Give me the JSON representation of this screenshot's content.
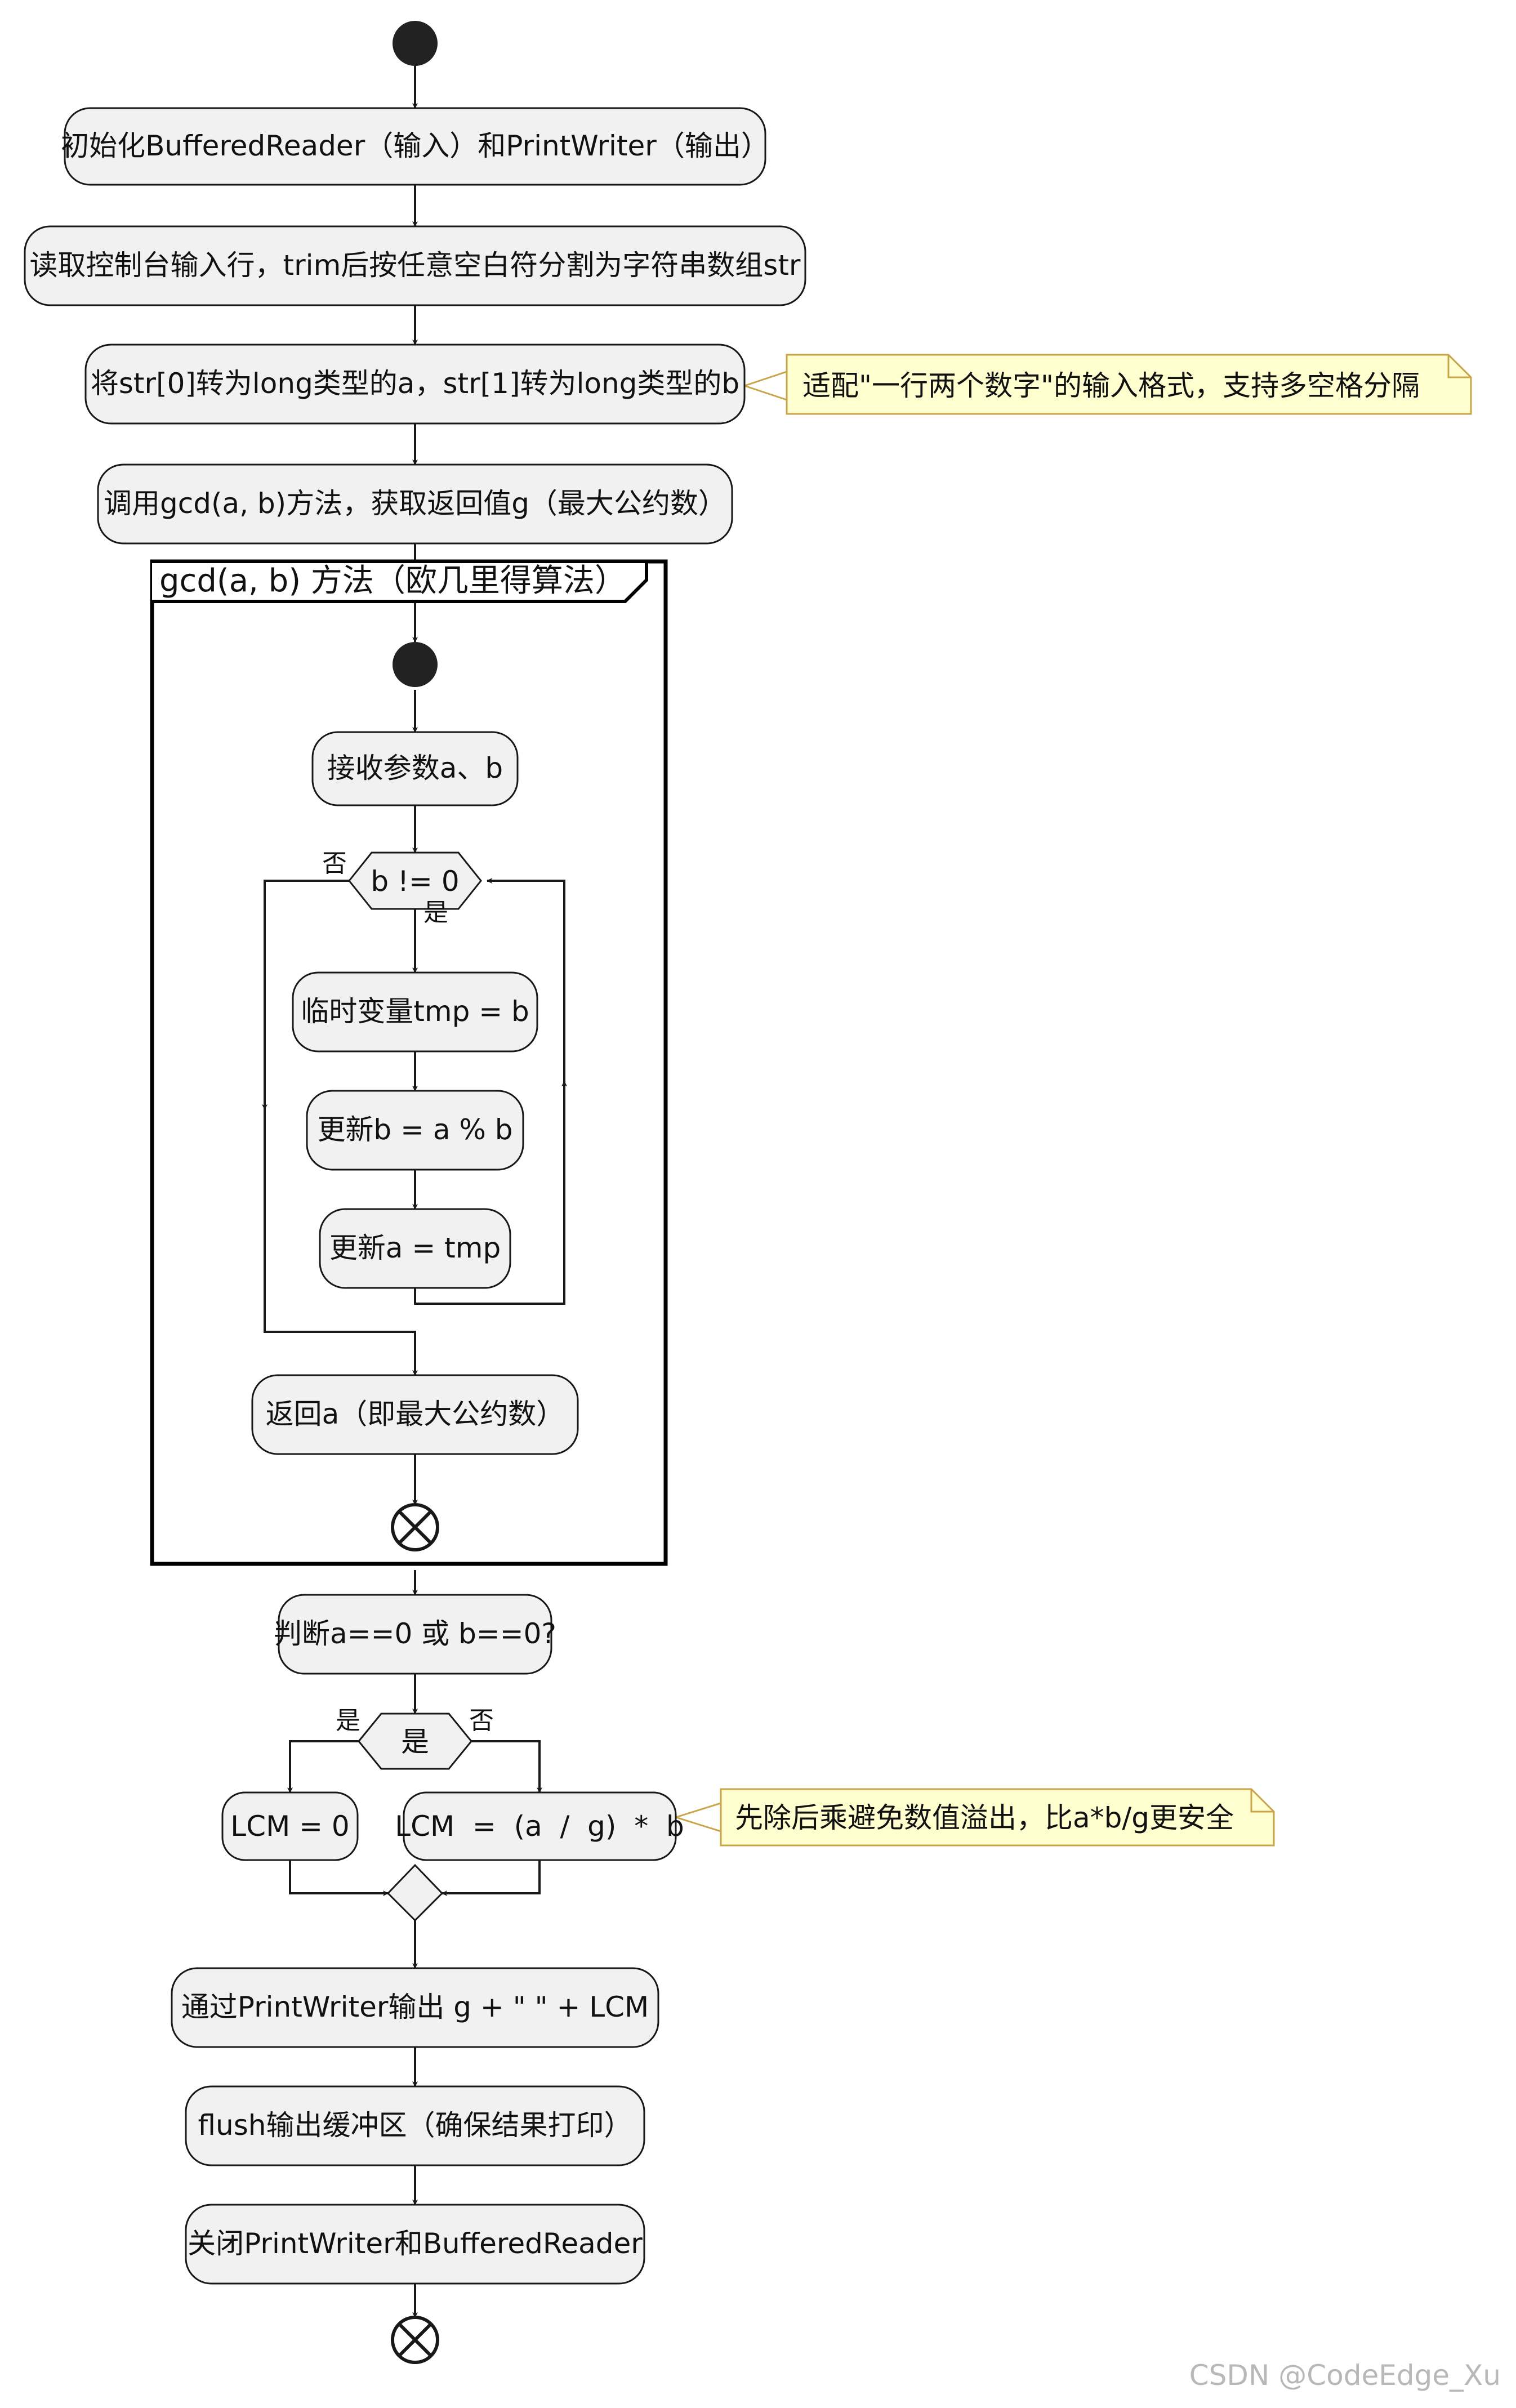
{
  "activities": {
    "init_io": "初始化BufferedReader（输入）和PrintWriter（输出）",
    "read_line": "读取控制台输入行，trim后按任意空白符分割为字符串数组str",
    "parse": "将str[0]转为long类型的a，str[1]转为long类型的b",
    "call_gcd": "调用gcd(a, b)方法，获取返回值g（最大公约数）",
    "check_zero": "判断a==0 或 b==0?",
    "lcm_zero": "LCM = 0",
    "lcm_calc": "LCM  =  (a  /  g)  *  b",
    "output": "通过PrintWriter输出 g + \" \" + LCM",
    "flush": "flush输出缓冲区（确保结果打印）",
    "close": "关闭PrintWriter和BufferedReader"
  },
  "notes": {
    "parse_note": "适配\"一行两个数字\"的输入格式，支持多空格分隔",
    "lcm_note": "先除后乘避免数值溢出，比a*b/g更安全"
  },
  "gcd_frame": {
    "title": "gcd(a, b) 方法（欧几里得算法）",
    "receive": "接收参数a、b",
    "loop_condition": "b != 0",
    "loop_yes": "是",
    "loop_no": "否",
    "tmp": "临时变量tmp = b",
    "update_b": "更新b = a % b",
    "update_a": "更新a = tmp",
    "return": "返回a（即最大公约数）"
  },
  "decision": {
    "label": "是",
    "yes": "是",
    "no": "否"
  },
  "watermark": "CSDN @CodeEdge_Xu"
}
